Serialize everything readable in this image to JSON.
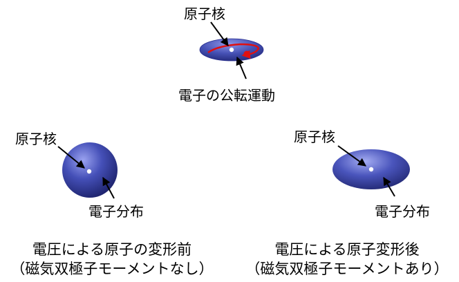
{
  "top": {
    "nucleus_label": "原子核",
    "electron_label": "電子の公転運動"
  },
  "left": {
    "nucleus_label": "原子核",
    "electron_label": "電子分布",
    "caption_line1": "電圧による原子の変形前",
    "caption_line2": "（磁気双極子モーメントなし）"
  },
  "right": {
    "nucleus_label": "原子核",
    "electron_label": "電子分布",
    "caption_line1": "電圧による原子変形後",
    "caption_line2": "（磁気双極子モーメントあり）"
  },
  "colors": {
    "electron_cloud": "#3a46a8",
    "orbit": "#e01010",
    "nucleus": "#ffffff",
    "arrow": "#000000"
  }
}
